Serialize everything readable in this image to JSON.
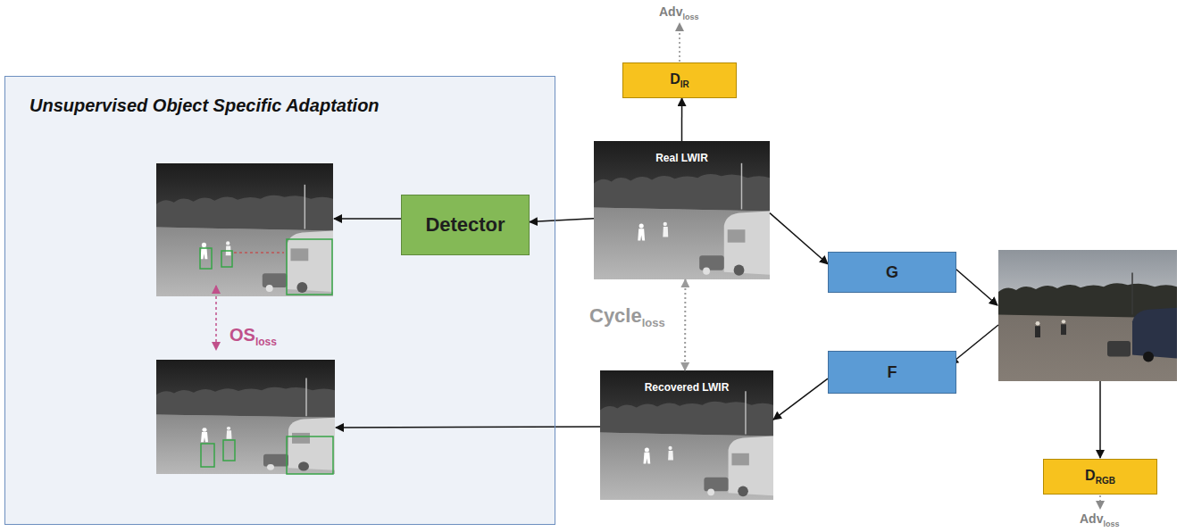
{
  "diagram": {
    "nodes": [
      {
        "text": [
          "Unsupervised Object Specific Adaptation"
        ]
      },
      {
        "text": [
          "Detector"
        ],
        "in": 0
      },
      {
        "text": [
          "D",
          "IR"
        ]
      },
      {
        "text": [
          "Real LWIR"
        ]
      },
      {
        "text": [
          "G"
        ]
      },
      {
        "text": [
          "F"
        ]
      },
      {
        "text": [
          "Recovered LWIR"
        ]
      },
      {
        "text": [
          "D",
          "RGB"
        ]
      }
    ],
    "edges": [
      {
        "from": 3,
        "to": 2,
        "arrow": "to"
      },
      {
        "from": 3,
        "to": 1,
        "arrow": "to"
      },
      {
        "from": 3,
        "to": 4,
        "arrow": "to"
      },
      {
        "from": 5,
        "to": 6,
        "arrow": "to"
      },
      {
        "from": 3,
        "to": 6,
        "arrow": "both"
      }
    ],
    "labels": [
      "Adv",
      "loss",
      "Cycle",
      "loss",
      "OS",
      "loss",
      "Adv",
      "loss"
    ]
  }
}
